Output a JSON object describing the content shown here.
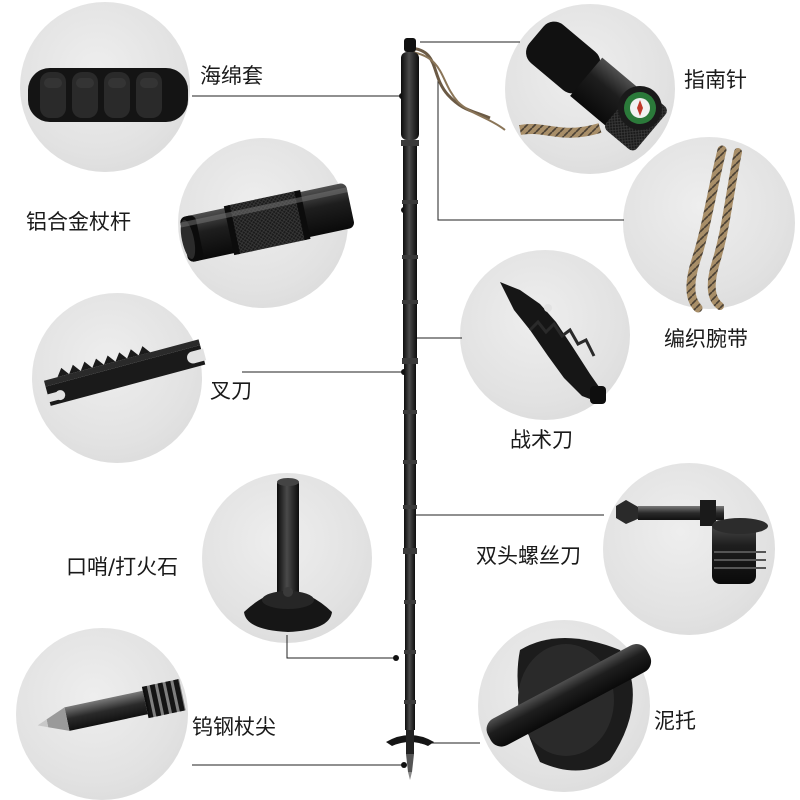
{
  "labels": {
    "sponge_grip": "海绵套",
    "aluminum_pole": "铝合金杖杆",
    "fork_knife": "叉刀",
    "whistle_firestarter": "口哨/打火石",
    "tungsten_tip": "钨钢杖尖",
    "compass": "指南针",
    "wrist_strap": "编织腕带",
    "tactical_knife": "战术刀",
    "double_screwdriver": "双头螺丝刀",
    "mud_basket": "泥托"
  },
  "colors": {
    "background": "#ffffff",
    "circle_bg": "#e4e4e4",
    "metal_dark": "#1c1c1c",
    "leader_line": "#222222",
    "cord_tan": "#b59a72"
  },
  "icons": {
    "sponge_grip": "foam-grip-icon",
    "aluminum_pole": "aluminum-tube-icon",
    "fork_knife": "serrated-fork-blade-icon",
    "whistle_firestarter": "whistle-cylinder-icon",
    "tungsten_tip": "carbide-tip-icon",
    "compass": "compass-cap-icon",
    "wrist_strap": "braided-cord-icon",
    "tactical_knife": "tactical-blade-icon",
    "double_screwdriver": "screwdriver-bit-icon",
    "mud_basket": "mud-basket-icon"
  }
}
